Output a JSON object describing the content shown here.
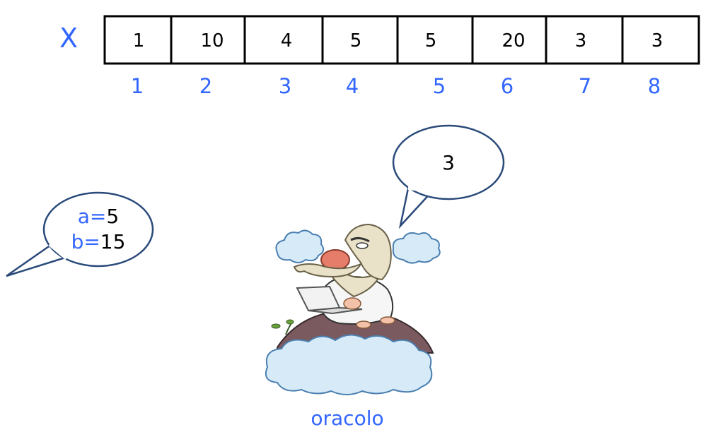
{
  "array": {
    "name": "X",
    "values": [
      "1",
      "10",
      "4",
      "5",
      "5",
      "20",
      "3",
      "3"
    ],
    "indices": [
      "1",
      "2",
      "3",
      "4",
      "5",
      "6",
      "7",
      "8"
    ]
  },
  "query_bubble": {
    "a_label": "a=",
    "a_value": "5",
    "b_label": "b=",
    "b_value": "15"
  },
  "oracle_bubble": {
    "answer": "3"
  },
  "oracle": {
    "caption": "oracolo",
    "illustration": "bearded-sage-with-laptop-on-cloud-mountain"
  },
  "colors": {
    "accent_blue": "#3366ff",
    "bubble_fill": "#ffffff",
    "bubble_stroke": "#2a4a7a",
    "cloud_fill": "#d6eaf7",
    "cloud_stroke": "#4a7fb0",
    "mountain_fill": "#7a5a5e"
  }
}
